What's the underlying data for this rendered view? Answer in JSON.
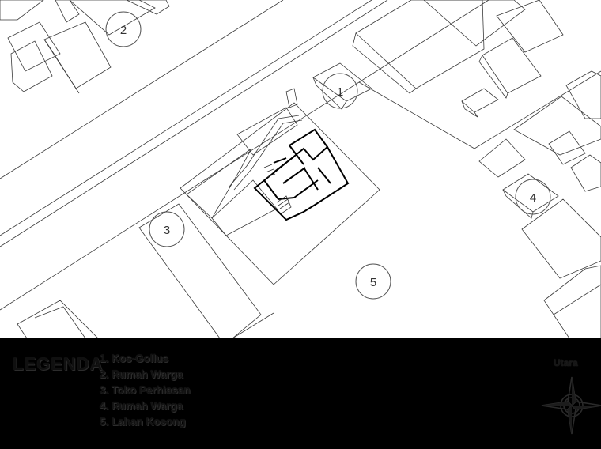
{
  "map": {
    "markers": [
      {
        "id": "1",
        "label": "1"
      },
      {
        "id": "2",
        "label": "2"
      },
      {
        "id": "3",
        "label": "3"
      },
      {
        "id": "4",
        "label": "4"
      },
      {
        "id": "5",
        "label": "5"
      }
    ]
  },
  "legend": {
    "title": "LEGENDA",
    "items": [
      "1. Kos-Gollus",
      "2. Rumah Warga",
      "3. Toko Perhiasan",
      "4. Rumah Warga",
      "5. Lahan Kosong"
    ]
  },
  "north_label": "Utara",
  "colors": {
    "map_background": "#ffffff",
    "linework": "#333333",
    "legend_background": "#000000",
    "legend_text": "#121212"
  },
  "icons": [
    "compass-rose-icon"
  ]
}
